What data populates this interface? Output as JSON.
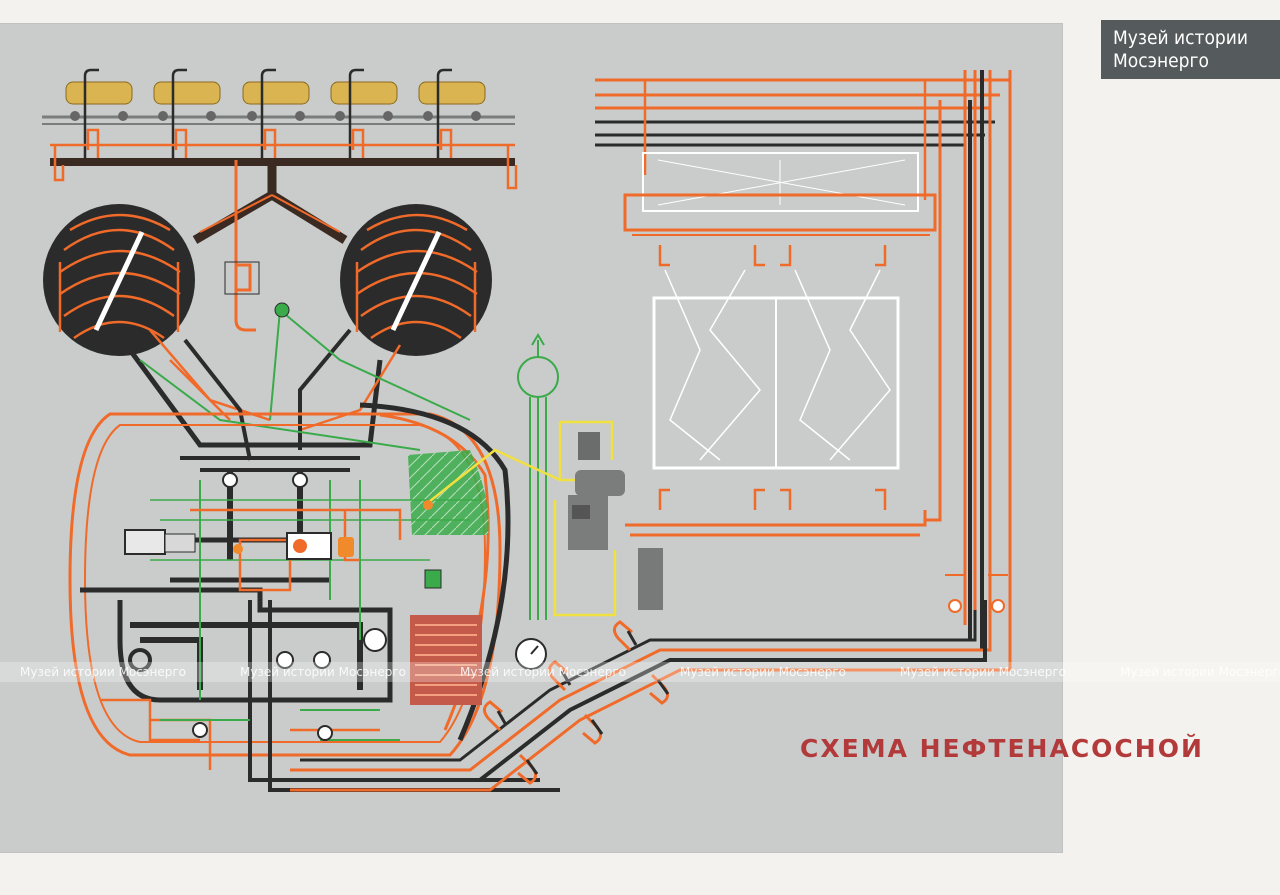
{
  "title": "СХЕМА  НЕФТЕНАСОСНОЙ",
  "watermark": {
    "badge_line1": "Музей истории",
    "badge_line2": "Мосэнерго",
    "band_text": "Музей истории Мосэнерго"
  },
  "colors": {
    "poster": "#c9cccb",
    "steam_orange": "#f06a2a",
    "oil_black": "#2b2b2b",
    "water_green": "#3aaa4a",
    "signal_yellow": "#f0e040",
    "tank_gold": "#d9b450",
    "title_red": "#b23a3a"
  },
  "icons": [
    "tank-car-icon",
    "heated-tank-icon",
    "pump-icon",
    "pressure-gauge-icon",
    "heat-exchanger-icon",
    "filter-icon",
    "motor-icon",
    "boiler-icon",
    "valve-icon"
  ]
}
